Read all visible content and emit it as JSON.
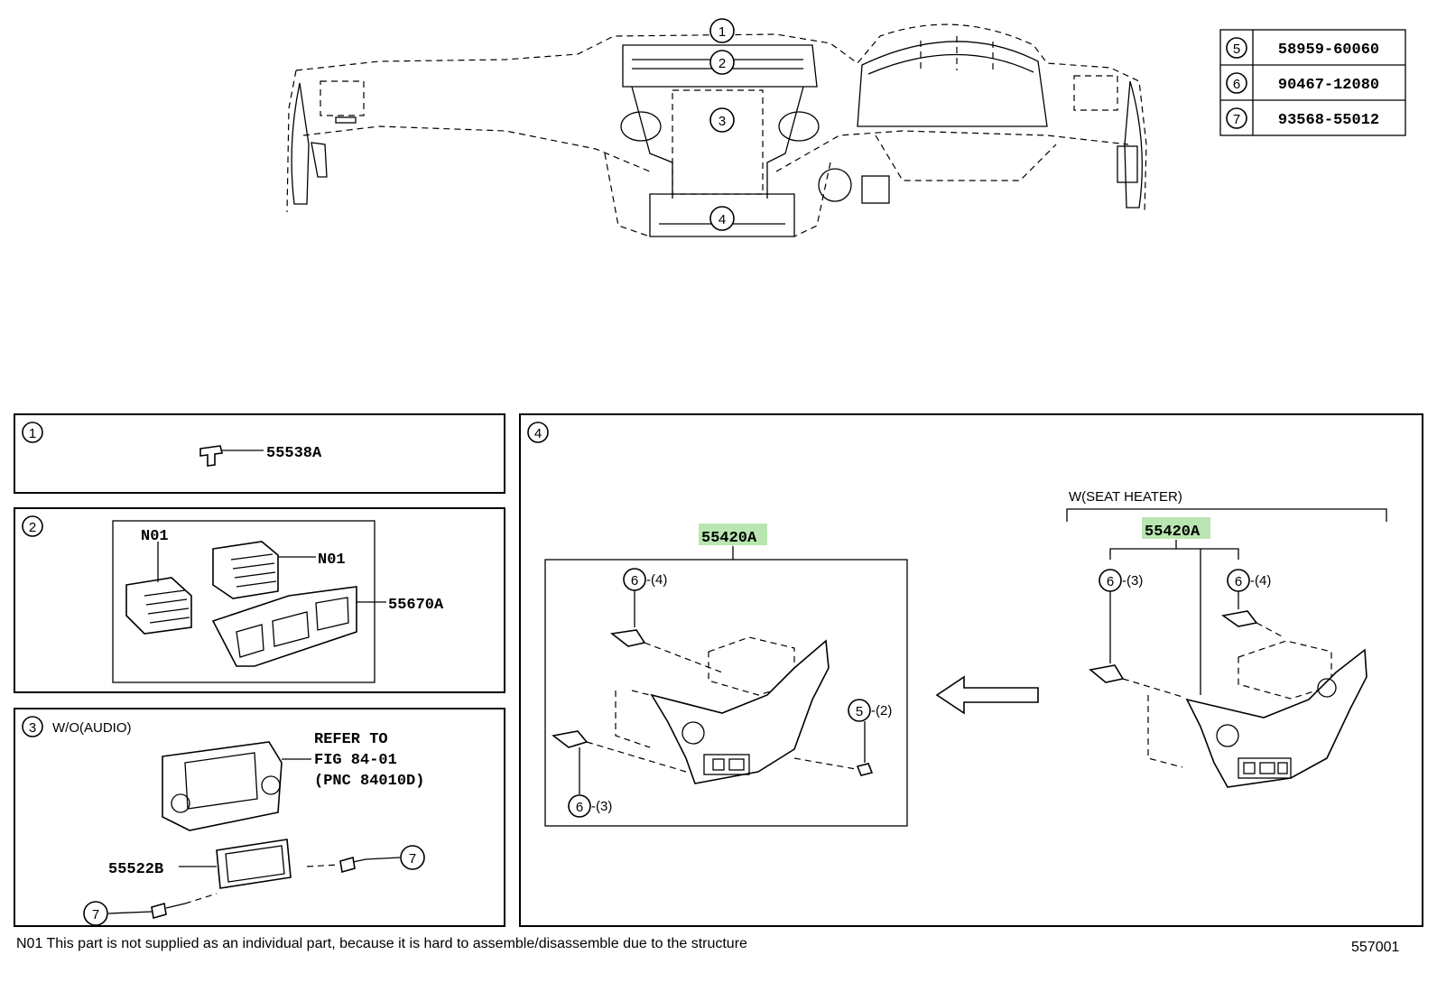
{
  "parts_table": [
    {
      "ref": "5",
      "part_no": "58959-60060"
    },
    {
      "ref": "6",
      "part_no": "90467-12080"
    },
    {
      "ref": "7",
      "part_no": "93568-55012"
    }
  ],
  "overview": {
    "callouts": [
      "1",
      "2",
      "3",
      "4"
    ]
  },
  "box1": {
    "ref": "1",
    "part": "55538A"
  },
  "box2": {
    "ref": "2",
    "note_label_a": "N01",
    "note_label_b": "N01",
    "part": "55670A"
  },
  "box3": {
    "ref": "3",
    "condition": "W/O(AUDIO)",
    "refer_line1": "REFER TO",
    "refer_line2": "FIG 84-01",
    "refer_line3": "(PNC 84010D)",
    "part": "55522B",
    "screw_ref_a": "7",
    "screw_ref_b": "7"
  },
  "box4": {
    "ref": "4",
    "left": {
      "part": "55420A",
      "clip_top_ref": "6",
      "clip_top_qty": "-(4)",
      "clip_bottom_ref": "6",
      "clip_bottom_qty": "-(3)",
      "nut_ref": "5",
      "nut_qty": "-(2)"
    },
    "right": {
      "condition": "W(SEAT HEATER)",
      "part": "55420A",
      "clip_a_ref": "6",
      "clip_a_qty": "-(3)",
      "clip_b_ref": "6",
      "clip_b_qty": "-(4)"
    }
  },
  "footer": {
    "note": "N01 This part is not supplied as an individual part, because it is hard to assemble/disassemble due to the structure",
    "code": "557001"
  }
}
